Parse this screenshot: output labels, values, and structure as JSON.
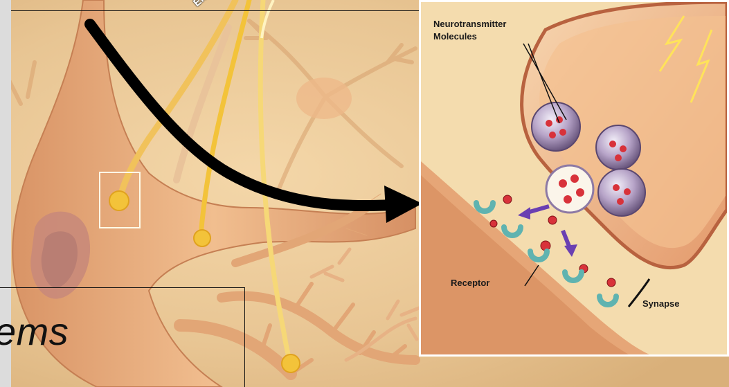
{
  "slide": {
    "title_fragment": "ems"
  },
  "illustration": {
    "axon_label": "Electr",
    "inset": {
      "label_neurotransmitter_line1": "Neurotransmitter",
      "label_neurotransmitter_line2": "Molecules",
      "label_receptor": "Receptor",
      "label_synapse": "Synapse"
    }
  },
  "colors": {
    "arrow": "#000000",
    "neuron": "#e9b07c",
    "signal": "#f3c33a",
    "vesicle": "#b7a4c8",
    "molecule": "#d8323a",
    "receptor": "#5fb3b0",
    "flow_arrow": "#6a3fb2"
  }
}
